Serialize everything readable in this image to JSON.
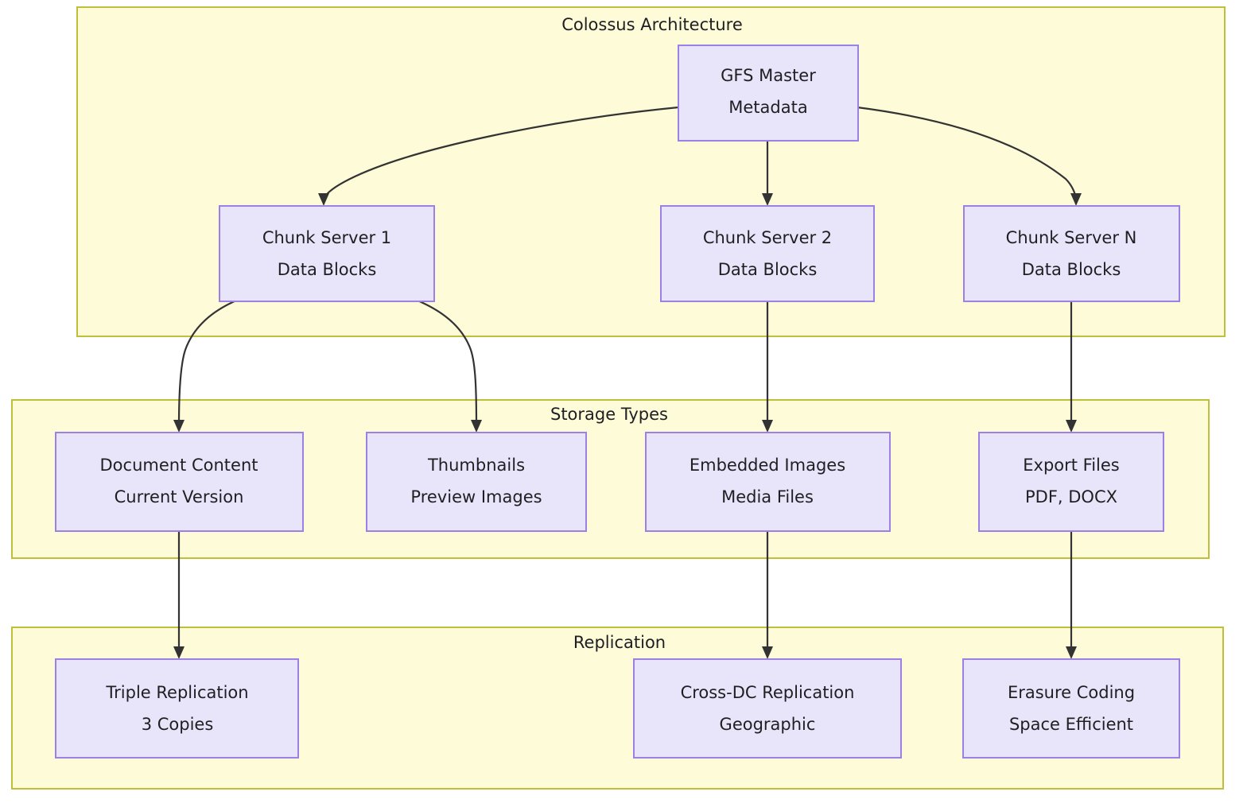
{
  "diagram": {
    "type": "flowchart",
    "direction": "top-down",
    "background": "#ffffff",
    "colors": {
      "node_fill": "#e8e5fb",
      "node_border": "#9d80e6",
      "cluster_fill": "#fdfbd8",
      "cluster_border": "#bfbf3a",
      "edge": "#333333",
      "text": "#1f1f22"
    },
    "clusters": [
      {
        "id": "colossus",
        "title": "Colossus Architecture"
      },
      {
        "id": "storage_types",
        "title": "Storage Types"
      },
      {
        "id": "replication",
        "title": "Replication"
      }
    ],
    "nodes": [
      {
        "id": "gfs_master",
        "line1": "GFS Master",
        "line2": "Metadata",
        "cluster": "colossus"
      },
      {
        "id": "chunk1",
        "line1": "Chunk Server 1",
        "line2": "Data Blocks",
        "cluster": "colossus"
      },
      {
        "id": "chunk2",
        "line1": "Chunk Server 2",
        "line2": "Data Blocks",
        "cluster": "colossus"
      },
      {
        "id": "chunkn",
        "line1": "Chunk Server N",
        "line2": "Data Blocks",
        "cluster": "colossus"
      },
      {
        "id": "doc",
        "line1": "Document Content",
        "line2": "Current Version",
        "cluster": "storage_types"
      },
      {
        "id": "thumb",
        "line1": "Thumbnails",
        "line2": "Preview Images",
        "cluster": "storage_types"
      },
      {
        "id": "embed",
        "line1": "Embedded Images",
        "line2": "Media Files",
        "cluster": "storage_types"
      },
      {
        "id": "export",
        "line1": "Export Files",
        "line2": "PDF, DOCX",
        "cluster": "storage_types"
      },
      {
        "id": "triple",
        "line1": "Triple Replication",
        "line2": "3 Copies",
        "cluster": "replication"
      },
      {
        "id": "crossdc",
        "line1": "Cross-DC Replication",
        "line2": "Geographic",
        "cluster": "replication"
      },
      {
        "id": "erasure",
        "line1": "Erasure Coding",
        "line2": "Space Efficient",
        "cluster": "replication"
      }
    ],
    "edges": [
      {
        "from": "gfs_master",
        "to": "chunk1"
      },
      {
        "from": "gfs_master",
        "to": "chunk2"
      },
      {
        "from": "gfs_master",
        "to": "chunkn"
      },
      {
        "from": "chunk1",
        "to": "doc"
      },
      {
        "from": "chunk1",
        "to": "thumb"
      },
      {
        "from": "chunk2",
        "to": "embed"
      },
      {
        "from": "chunkn",
        "to": "export"
      },
      {
        "from": "doc",
        "to": "triple"
      },
      {
        "from": "embed",
        "to": "crossdc"
      },
      {
        "from": "export",
        "to": "erasure"
      }
    ]
  }
}
